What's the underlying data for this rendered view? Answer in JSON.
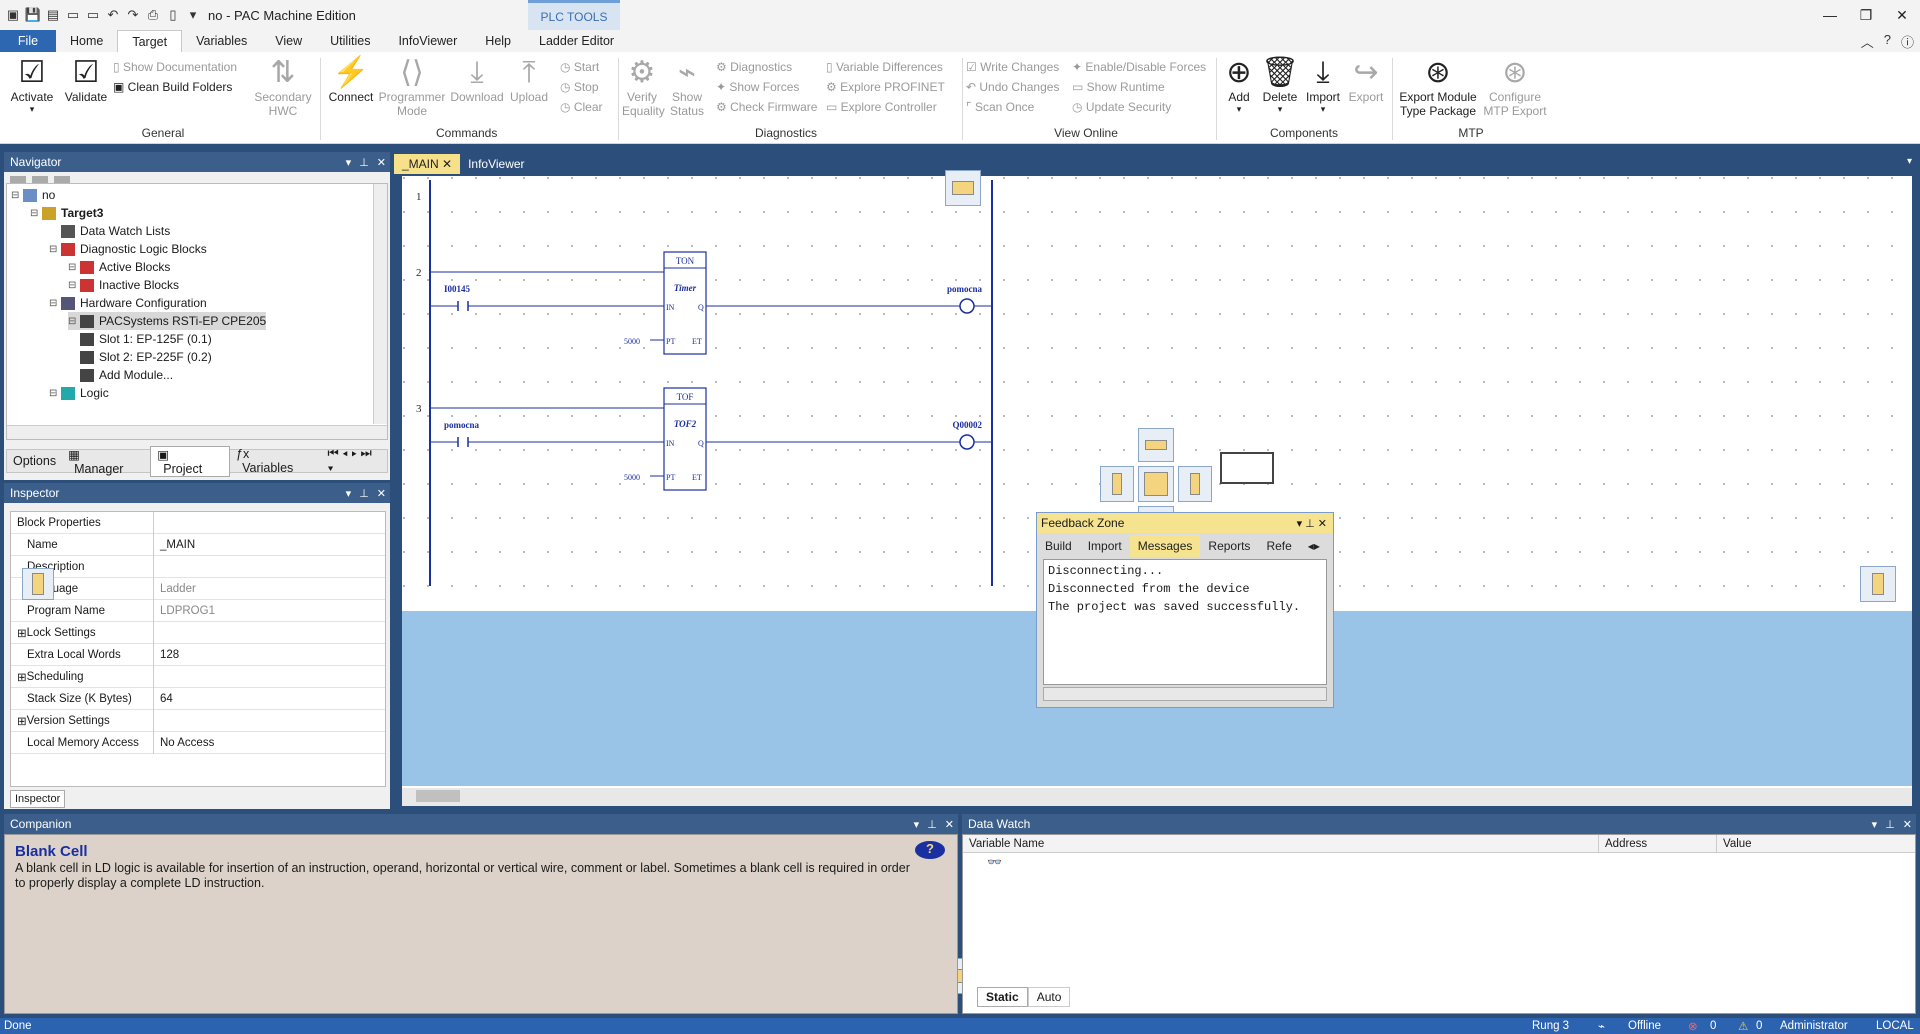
{
  "window": {
    "title": "no - PAC Machine Edition",
    "context_tab": "PLC TOOLS"
  },
  "menu": {
    "file": "File",
    "tabs": [
      "Home",
      "Target",
      "Variables",
      "View",
      "Utilities",
      "InfoViewer",
      "Help",
      "Ladder Editor"
    ],
    "active_tab": "Target"
  },
  "ribbon": {
    "activate": "Activate",
    "validate": "Validate",
    "show_documentation": "Show Documentation",
    "clean_build_folders": "Clean Build Folders",
    "secondary_hwc": [
      "Secondary",
      "HWC"
    ],
    "general_group": "General",
    "connect": "Connect",
    "programmer_mode": [
      "Programmer",
      "Mode"
    ],
    "download": "Download",
    "upload": "Upload",
    "start": "Start",
    "stop": "Stop",
    "clear": "Clear",
    "commands_group": "Commands",
    "verify_equality": [
      "Verify",
      "Equality"
    ],
    "show_status": [
      "Show",
      "Status"
    ],
    "diagnostics": "Diagnostics",
    "show_forces": "Show Forces",
    "check_firmware": "Check Firmware",
    "variable_differences": "Variable Differences",
    "explore_profinet": "Explore PROFINET",
    "explore_controller": "Explore Controller",
    "diagnostics_group": "Diagnostics",
    "write_changes": "Write Changes",
    "undo_changes": "Undo Changes",
    "scan_once": "Scan Once",
    "enable_disable_forces": "Enable/Disable Forces",
    "show_runtime": "Show Runtime",
    "update_security": "Update Security",
    "view_online_group": "View Online",
    "add": "Add",
    "delete": "Delete",
    "import": "Import",
    "export": "Export",
    "components_group": "Components",
    "export_module": [
      "Export Module",
      "Type Package"
    ],
    "configure_mtp": [
      "Configure",
      "MTP Export"
    ],
    "mtp_group": "MTP"
  },
  "navigator": {
    "title": "Navigator",
    "tree": [
      {
        "label": "no",
        "indent": 0,
        "icon": "project"
      },
      {
        "label": "Target3",
        "indent": 1,
        "icon": "target",
        "bold": true
      },
      {
        "label": "Data Watch Lists",
        "indent": 2,
        "icon": "glasses"
      },
      {
        "label": "Diagnostic Logic Blocks",
        "indent": 2,
        "icon": "diag"
      },
      {
        "label": "Active Blocks",
        "indent": 3,
        "icon": "diag"
      },
      {
        "label": "Inactive Blocks",
        "indent": 3,
        "icon": "diag"
      },
      {
        "label": "Hardware Configuration",
        "indent": 2,
        "icon": "hw"
      },
      {
        "label": "PACSystems RSTi-EP CPE205",
        "indent": 3,
        "icon": "module",
        "selected": true
      },
      {
        "label": "Slot 1:   EP-125F  (0.1)",
        "indent": 3,
        "icon": "module"
      },
      {
        "label": "Slot 2:   EP-225F  (0.2)",
        "indent": 3,
        "icon": "module"
      },
      {
        "label": "Add Module...",
        "indent": 3,
        "icon": "module"
      },
      {
        "label": "Logic",
        "indent": 2,
        "icon": "logic"
      }
    ],
    "tabs": [
      "Options",
      "Manager",
      "Project",
      "Variables"
    ],
    "active_tab": "Project"
  },
  "inspector": {
    "title": "Inspector",
    "rows": [
      {
        "k": "Block Properties",
        "v": ""
      },
      {
        "k": "Name",
        "v": "_MAIN"
      },
      {
        "k": "Description",
        "v": ""
      },
      {
        "k": "Language",
        "v": "Ladder"
      },
      {
        "k": "Program Name",
        "v": "LDPROG1"
      },
      {
        "k": "Lock Settings",
        "v": "",
        "expand": true
      },
      {
        "k": "Extra Local Words",
        "v": "128"
      },
      {
        "k": "Scheduling",
        "v": "",
        "expand": true
      },
      {
        "k": "Stack Size (K Bytes)",
        "v": "64"
      },
      {
        "k": "Version Settings",
        "v": "",
        "expand": true
      },
      {
        "k": "Local Memory Access",
        "v": "No Access"
      }
    ],
    "tab": "Inspector"
  },
  "editor": {
    "tabs": [
      "_MAIN",
      "InfoViewer"
    ],
    "rungs": [
      {
        "num": "1"
      },
      {
        "num": "2",
        "contact": "I00145",
        "block_type": "TON",
        "block_name": "Timer",
        "preset": "5000",
        "coil": "pomocna"
      },
      {
        "num": "3",
        "contact": "pomocna",
        "block_type": "TOF",
        "block_name": "TOF2",
        "preset": "5000",
        "coil": "Q00002"
      }
    ],
    "pins": {
      "in": "IN",
      "q": "Q",
      "pt": "PT",
      "et": "ET"
    }
  },
  "feedback": {
    "title": "Feedback Zone",
    "tabs": [
      "Build",
      "Import",
      "Messages",
      "Reports",
      "Refe"
    ],
    "active_tab": "Messages",
    "messages": [
      "Disconnecting...",
      "Disconnected from the device",
      "The project was saved successfully."
    ]
  },
  "companion": {
    "title": "Companion",
    "heading": "Blank Cell",
    "text": "A blank cell in LD logic is available for insertion of an instruction, operand, horizontal or vertical wire, comment or label. Sometimes a blank cell is required in order to properly display a complete LD instruction."
  },
  "datawatch": {
    "title": "Data Watch",
    "columns": [
      "Variable Name",
      "Address",
      "Value"
    ],
    "tabs": [
      "Static",
      "Auto"
    ],
    "active_tab": "Static"
  },
  "status": {
    "left": "Done",
    "rung": "Rung 3",
    "mode": "Offline",
    "errors": "0",
    "warnings": "0",
    "user": "Administrator",
    "location": "LOCAL"
  },
  "colors": {
    "accent": "#2b63b0",
    "panel_header": "#3b5f8a",
    "active_tab": "#f5e38f",
    "ladder": "#1a2fa0"
  }
}
